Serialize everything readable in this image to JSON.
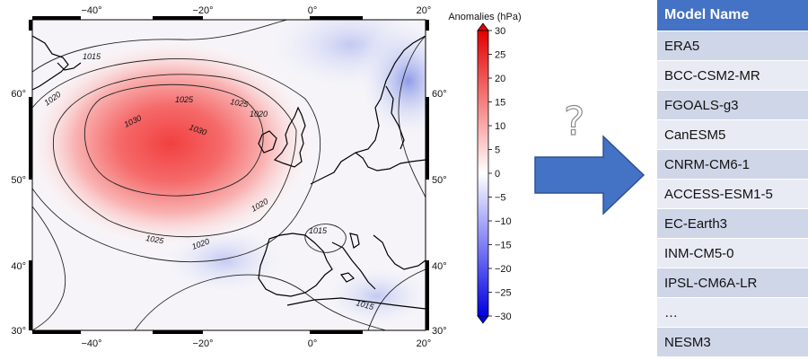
{
  "map": {
    "x_ticks_top": [
      "−40°",
      "−20°",
      "0°",
      "20°"
    ],
    "x_ticks_bottom": [
      "−40°",
      "−20°",
      "0°",
      "20°"
    ],
    "y_ticks_left": [
      "60°",
      "50°",
      "40°",
      "30°"
    ],
    "y_ticks_right": [
      "60°",
      "50°",
      "40°",
      "30°"
    ],
    "contour_labels": [
      "1015",
      "1020",
      "1025",
      "1030",
      "1030",
      "1025",
      "1020",
      "1020",
      "1025",
      "1020",
      "1015",
      "1015"
    ],
    "colors": {
      "positive": "#ff0000",
      "negative": "#0000ff",
      "neutral": "#ffffff"
    }
  },
  "colorbar": {
    "title": "Anomalies (hPa)",
    "ticks": [
      "30",
      "25",
      "20",
      "15",
      "10",
      "5",
      "0",
      "−5",
      "−10",
      "−15",
      "−20",
      "−25",
      "−30"
    ]
  },
  "question_mark": "?",
  "arrow_color": "#4472c4",
  "table": {
    "header": "Model Name",
    "rows": [
      "ERA5",
      "BCC-CSM2-MR",
      "FGOALS-g3",
      "CanESM5",
      "CNRM-CM6-1",
      "ACCESS-ESM1-5",
      "EC-Earth3",
      "INM-CM5-0",
      "IPSL-CM6A-LR",
      "…",
      "NESM3"
    ]
  }
}
